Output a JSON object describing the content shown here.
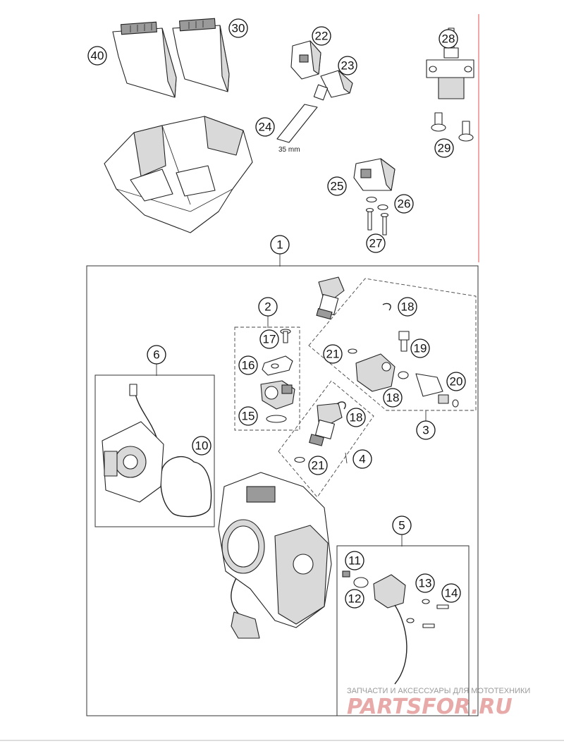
{
  "diagram": {
    "callouts": [
      "1",
      "2",
      "3",
      "4",
      "5",
      "6",
      "10",
      "11",
      "12",
      "13",
      "14",
      "15",
      "16",
      "17",
      "18",
      "19",
      "20",
      "21",
      "22",
      "23",
      "24",
      "25",
      "26",
      "27",
      "28",
      "29",
      "30",
      "40"
    ],
    "measurement": "35 mm"
  },
  "watermark": {
    "tagline": "ЗАПЧАСТИ И АКСЕССУАРЫ ДЛЯ МОТОТЕХНИКИ",
    "logo": "PARTSFOR.RU"
  },
  "colors": {
    "line": "#222222",
    "border_red": "#e05050",
    "watermark_logo": "#e8a9a9"
  }
}
